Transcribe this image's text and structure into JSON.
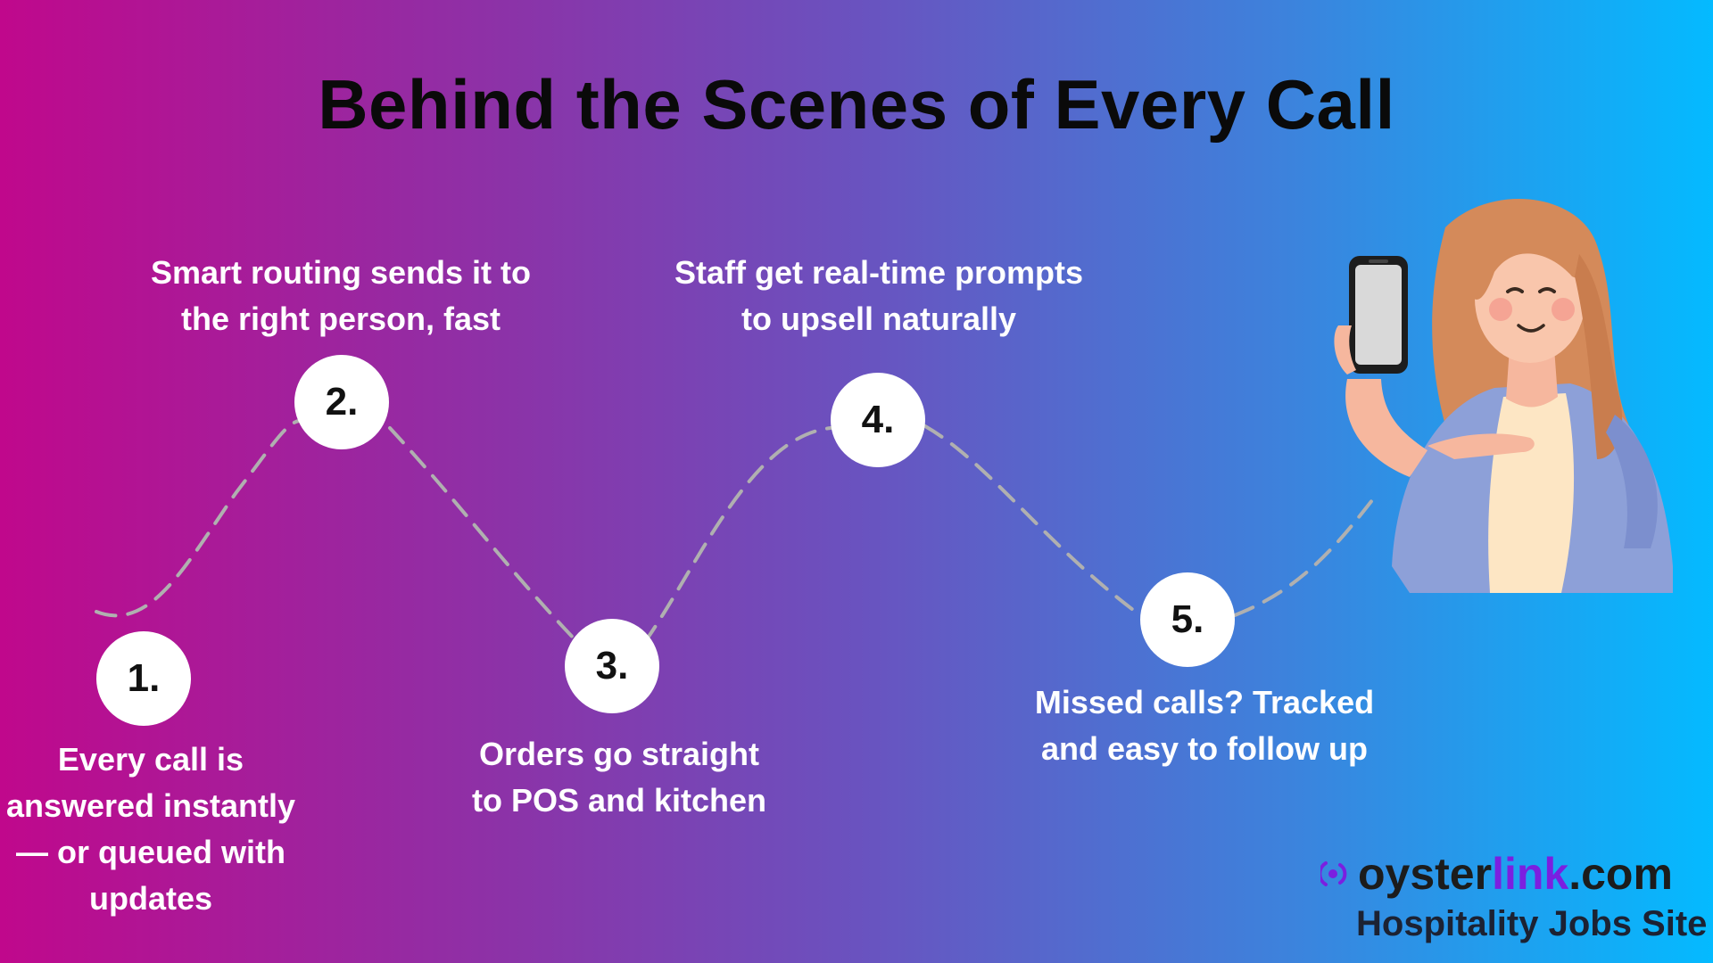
{
  "title": "Behind the Scenes of Every Call",
  "steps": [
    {
      "number": "1.",
      "lines": [
        "Every call is",
        "answered instantly",
        "— or queued with",
        "updates"
      ]
    },
    {
      "number": "2.",
      "lines": [
        "Smart routing sends it to",
        "the right person, fast"
      ]
    },
    {
      "number": "3.",
      "lines": [
        "Orders go straight",
        "to POS and kitchen"
      ]
    },
    {
      "number": "4.",
      "lines": [
        "Staff get real-time prompts",
        "to upsell naturally"
      ]
    },
    {
      "number": "5.",
      "lines": [
        "Missed calls? Tracked",
        "and easy to follow up"
      ]
    }
  ],
  "logo": {
    "name_part1": "oyster",
    "name_part2": "link",
    "name_part3": ".com",
    "tagline": "Hospitality Jobs Site",
    "accent_color": "#7b1fe0"
  },
  "colors": {
    "gradient_start": "#c0088c",
    "gradient_end": "#04baff",
    "circle": "#ffffff",
    "path": "#b0b0b0"
  },
  "illustration": {
    "icon": "woman-holding-phone-icon"
  }
}
